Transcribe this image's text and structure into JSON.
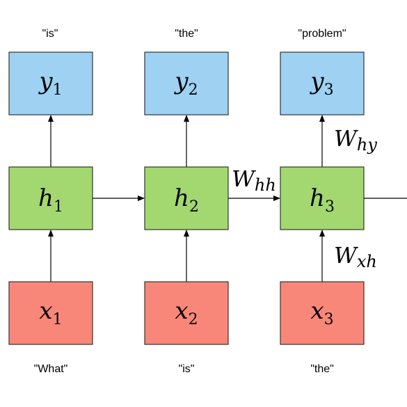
{
  "colors": {
    "output": "#9ed1f2",
    "hidden": "#a2d86f",
    "input": "#f8877a"
  },
  "columns": [
    {
      "top_word": "\"is\"",
      "output": {
        "var": "y",
        "sub": "1"
      },
      "hidden": {
        "var": "h",
        "sub": "1"
      },
      "input": {
        "var": "x",
        "sub": "1"
      },
      "bottom_word": "\"What\""
    },
    {
      "top_word": "\"the\"",
      "output": {
        "var": "y",
        "sub": "2"
      },
      "hidden": {
        "var": "h",
        "sub": "2"
      },
      "input": {
        "var": "x",
        "sub": "2"
      },
      "bottom_word": "\"is\""
    },
    {
      "top_word": "\"problem\"",
      "output": {
        "var": "y",
        "sub": "3"
      },
      "hidden": {
        "var": "h",
        "sub": "3"
      },
      "input": {
        "var": "x",
        "sub": "3"
      },
      "bottom_word": "\"the\""
    }
  ],
  "weights": {
    "hh": {
      "var": "W",
      "sub": "hh"
    },
    "hy": {
      "var": "W",
      "sub": "hy"
    },
    "xh": {
      "var": "W",
      "sub": "xh"
    }
  }
}
